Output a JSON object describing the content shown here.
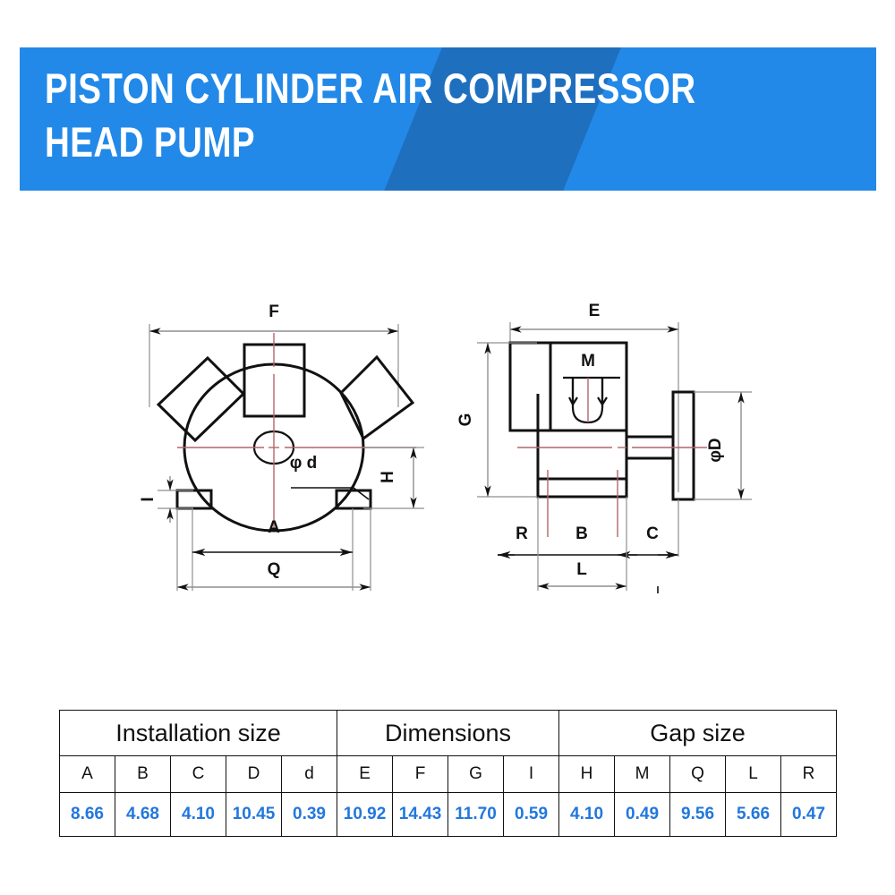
{
  "banner": {
    "title": "PISTON CYLINDER AIR COMPRESSOR\nHEAD PUMP",
    "background_color": "#2289e8",
    "stripe_color": "#1f6fbf",
    "text_color": "#ffffff"
  },
  "drawing": {
    "front_view": {
      "name": "front-view",
      "labels": {
        "F": "F",
        "A": "A",
        "Q": "Q",
        "H": "H",
        "I": "I",
        "phi_d": "φ d"
      }
    },
    "side_view": {
      "name": "side-view",
      "labels": {
        "E": "E",
        "G": "G",
        "M": "M",
        "phi_D": "φD",
        "R": "R",
        "B": "B",
        "C": "C",
        "L": "L"
      }
    },
    "line_color": "#111111",
    "centerline_color": "#b4656a",
    "dimension_color": "#8c8c8c"
  },
  "table": {
    "groups": [
      {
        "label": "Installation size",
        "span": 5
      },
      {
        "label": "Dimensions",
        "span": 4
      },
      {
        "label": "Gap size",
        "span": 5
      }
    ],
    "letters": [
      "A",
      "B",
      "C",
      "D",
      "d",
      "E",
      "F",
      "G",
      "I",
      "H",
      "M",
      "Q",
      "L",
      "R"
    ],
    "values": [
      "8.66",
      "4.68",
      "4.10",
      "10.45",
      "0.39",
      "10.92",
      "14.43",
      "11.70",
      "0.59",
      "4.10",
      "0.49",
      "9.56",
      "5.66",
      "0.47"
    ],
    "value_color": "#2277dd"
  }
}
